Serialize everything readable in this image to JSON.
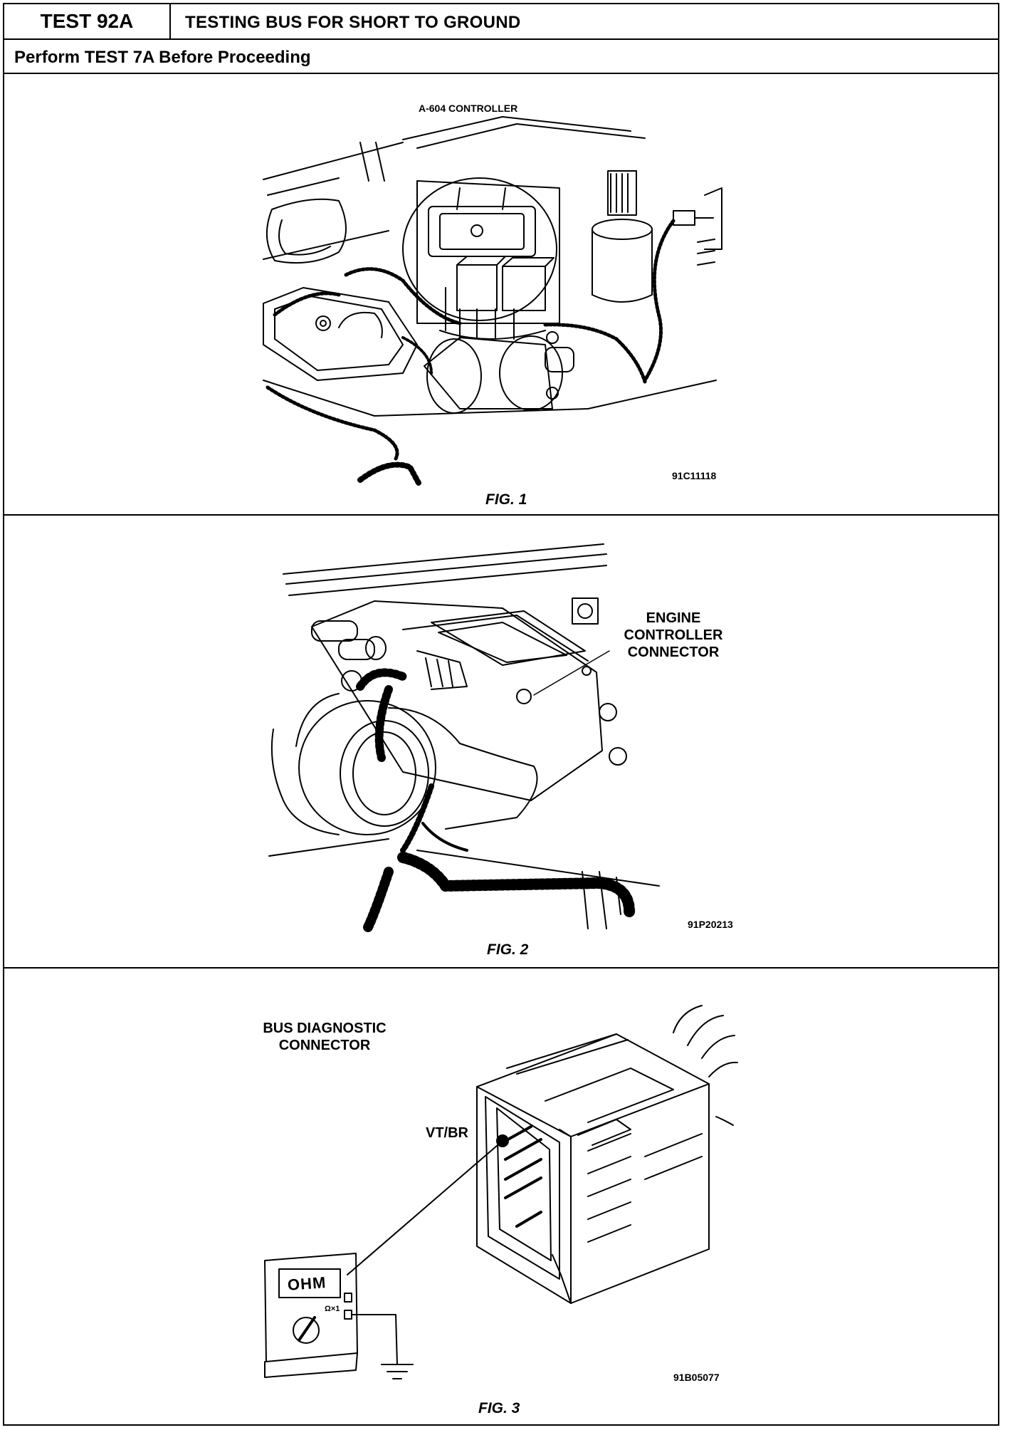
{
  "header": {
    "test_id": "TEST 92A",
    "title": "TESTING BUS FOR SHORT TO GROUND"
  },
  "subheader": "Perform TEST 7A Before Proceeding",
  "figures": [
    {
      "callouts": [
        "A-604 CONTROLLER"
      ],
      "code": "91C11118",
      "caption": "FIG. 1"
    },
    {
      "callouts": [
        "ENGINE",
        "CONTROLLER",
        "CONNECTOR"
      ],
      "code": "91P20213",
      "caption": "FIG. 2"
    },
    {
      "callouts": [
        "BUS DIAGNOSTIC",
        "CONNECTOR",
        "VT/BR"
      ],
      "meter_display": "OHM",
      "meter_range": "Ω×1",
      "code": "91B05077",
      "caption": "FIG. 3"
    }
  ]
}
